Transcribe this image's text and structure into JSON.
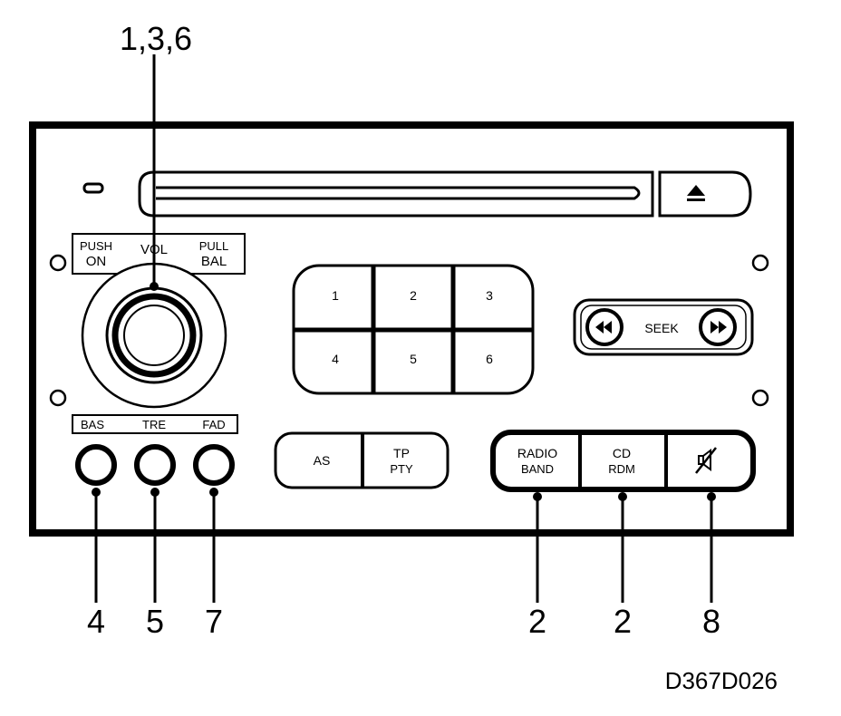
{
  "callouts": {
    "top": "1,3,6",
    "bas": "4",
    "tre": "5",
    "fad": "7",
    "radio": "2",
    "cd": "2",
    "mute": "8"
  },
  "vol": {
    "push_top": "PUSH",
    "push_bottom": "ON",
    "vol": "VOL",
    "pull_top": "PULL",
    "pull_bottom": "BAL"
  },
  "tone": {
    "bas": "BAS",
    "tre": "TRE",
    "fad": "FAD"
  },
  "presets": [
    "1",
    "2",
    "3",
    "4",
    "5",
    "6"
  ],
  "seek": "SEEK",
  "as": "AS",
  "tp": {
    "top": "TP",
    "bottom": "PTY"
  },
  "radio": {
    "top": "RADIO",
    "bottom": "BAND"
  },
  "cd": {
    "top": "CD",
    "bottom": "RDM"
  },
  "figure_code": "D367D026"
}
